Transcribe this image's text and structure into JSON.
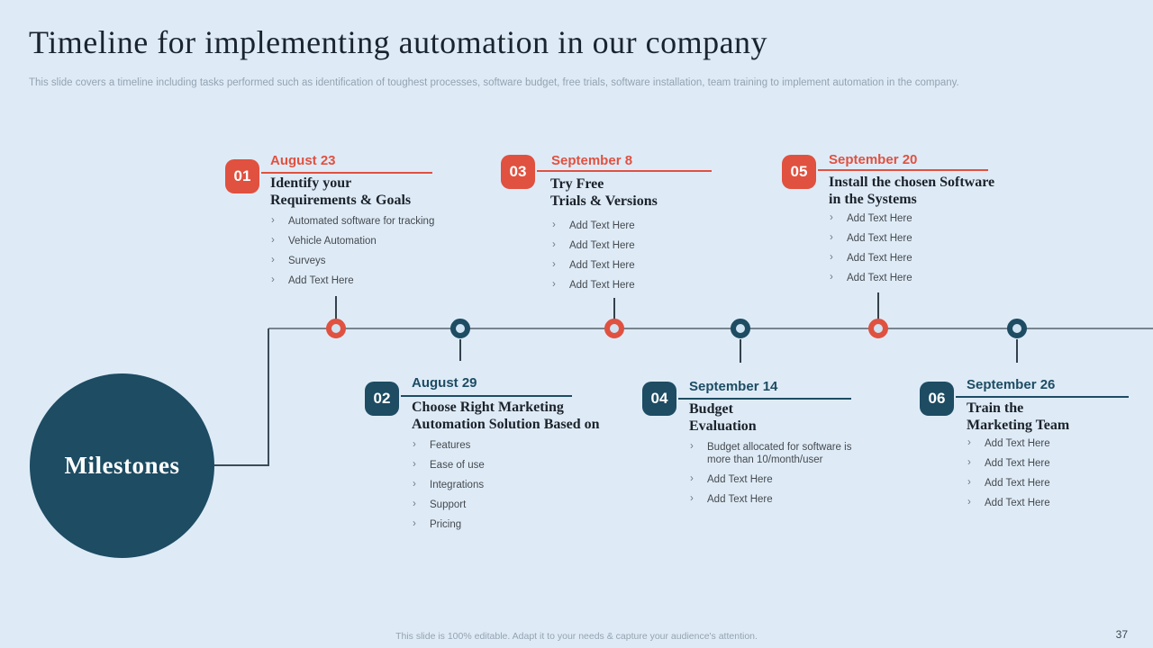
{
  "slide": {
    "title": "Timeline for implementing automation in our company",
    "subtitle": "This slide covers a timeline including tasks performed such as identification of toughest processes, software budget, free trials, software installation, team training to implement automation in the company.",
    "footer_note": "This slide is 100% editable. Adapt it to your needs & capture your audience's attention.",
    "page_number": "37"
  },
  "colors": {
    "background": "#deebf7",
    "accent_orange": "#e05140",
    "accent_blue": "#1d4c63",
    "timeline_line": "#78858e",
    "heading_text": "#1b222b",
    "muted_text": "#94a2b0"
  },
  "timeline": {
    "circle_label": "Milestones",
    "dot_accents": [
      "orange",
      "blue",
      "orange",
      "blue",
      "orange",
      "blue"
    ]
  },
  "milestones": [
    {
      "number": "01",
      "date": "August 23",
      "accent": "orange",
      "heading": "Identify your\nRequirements & Goals",
      "bullets": [
        "Automated software for tracking",
        "Vehicle Automation",
        "Surveys",
        "Add Text Here"
      ]
    },
    {
      "number": "02",
      "date": "August 29",
      "accent": "blue",
      "heading": "Choose Right Marketing\nAutomation  Solution Based on",
      "bullets": [
        "Features",
        "Ease of use",
        "Integrations",
        "Support",
        "Pricing"
      ]
    },
    {
      "number": "03",
      "date": "September 8",
      "accent": "orange",
      "heading": "Try Free\n Trials & Versions",
      "bullets": [
        "Add Text Here",
        "Add Text Here",
        "Add Text Here",
        "Add Text Here"
      ]
    },
    {
      "number": "04",
      "date": "September 14",
      "accent": "blue",
      "heading": "Budget\nEvaluation",
      "bullets": [
        "Budget allocated for software is more than 10/month/user",
        "Add Text Here",
        "Add Text Here"
      ]
    },
    {
      "number": "05",
      "date": "September 20",
      "accent": "orange",
      "heading": "Install the chosen Software\nin the Systems",
      "bullets": [
        "Add Text Here",
        "Add Text Here",
        "Add Text Here",
        "Add Text Here"
      ]
    },
    {
      "number": "06",
      "date": "September 26",
      "accent": "blue",
      "heading": "Train the\nMarketing Team",
      "bullets": [
        "Add Text Here",
        "Add Text Here",
        "Add Text Here",
        "Add Text Here"
      ]
    }
  ]
}
